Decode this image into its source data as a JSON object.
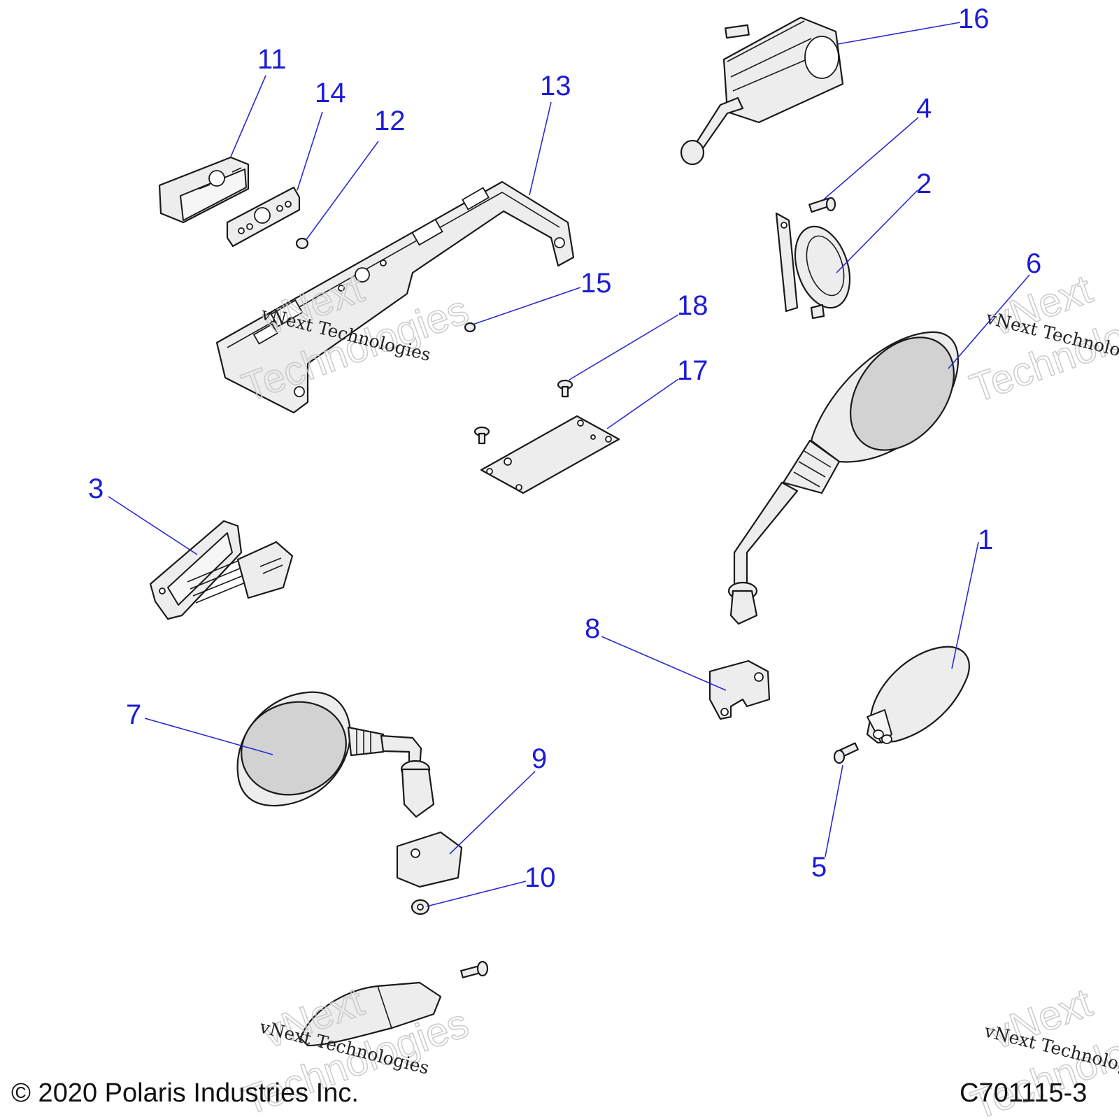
{
  "callouts": [
    "1",
    "2",
    "3",
    "4",
    "5",
    "6",
    "7",
    "8",
    "9",
    "10",
    "11",
    "12",
    "13",
    "14",
    "15",
    "16",
    "17",
    "18"
  ],
  "watermark": {
    "line1": "vNext",
    "line2": "Technologies",
    "small": "vNext Technologies"
  },
  "footer": {
    "copyright": "© 2020 Polaris Industries Inc.",
    "figure_id": "C701115-3"
  }
}
